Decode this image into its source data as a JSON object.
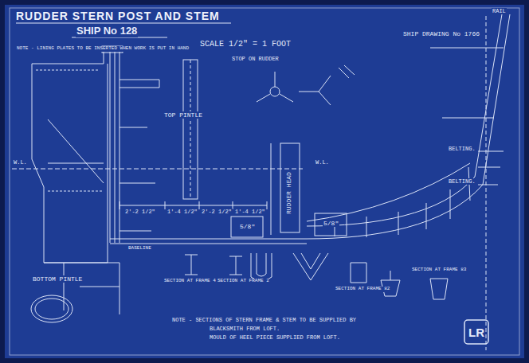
{
  "diagram": {
    "title": "RUDDER STERN POST AND STEM",
    "labels": [
      "SHIP No 128",
      "SCALE 1/2\" = 1 FOOT",
      "SHIP DRAWING No 1766",
      "NOTE - LINING PLATES TO BE INSERTED WHEN WORK IS PUT IN HAND",
      "TOP PINTLE",
      "BOTTOM PINTLE",
      "STOP ON RUDDER",
      "RUDDER HEAD",
      "BELTING.",
      "BELTING.",
      "RAIL",
      "5/8\"",
      "5/8\"",
      "SECTION AT FRAME 4",
      "SECTION AT FRAME 2",
      "SECTION AT FRAME 82",
      "SECTION AT FRAME 83",
      "NOTE - SECTIONS OF STERN FRAME & STEM TO BE SUPPLIED BY",
      "BLACKSMITH FROM LOFT.",
      "MOULD OF HEEL PIECE SUPPLIED FROM LOFT.",
      "2'-2 1/2\"",
      "1'-4 1/2\"",
      "2'-2 1/2\"",
      "1'-4 1/2\"",
      "W.L.",
      "W.L.",
      "BASELINE",
      "LR"
    ]
  }
}
